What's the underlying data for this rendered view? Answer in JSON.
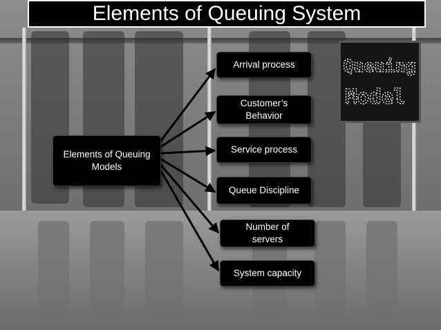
{
  "title": "Elements of Queuing System",
  "logo": {
    "line1": "Queuing",
    "line2": "Model",
    "icon": "queuing-model-logo-icon"
  },
  "diagram": {
    "source_node": "Elements of Queuing\nModels",
    "target_nodes": [
      "Arrival process",
      "Customer’s\nBehavior",
      "Service process",
      "Queue Discipline",
      "Number of\nservers",
      "System capacity"
    ]
  },
  "colors": {
    "node_fill": "#000000",
    "node_text": "#ffffff",
    "arrow": "#000000",
    "title_bg": "#000000",
    "title_border": "#ffffff"
  }
}
